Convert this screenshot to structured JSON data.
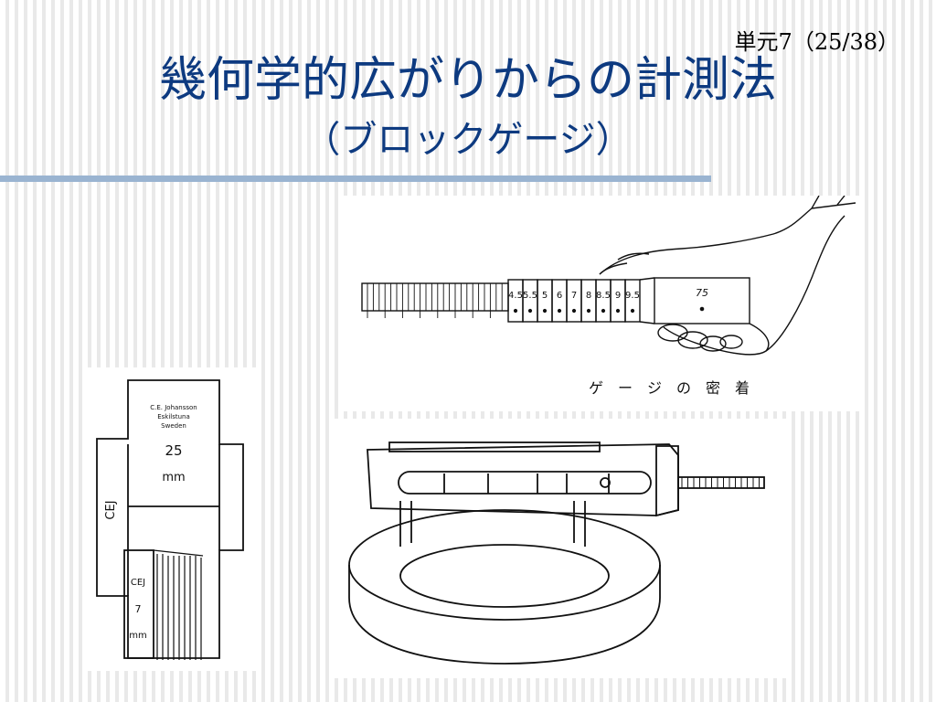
{
  "slide": {
    "unit_label": "単元7（25/38）",
    "title": "幾何学的広がりからの計測法",
    "subtitle": "（ブロックゲージ）"
  },
  "figures": {
    "hand_stack": {
      "gauge_values": [
        "4.5",
        "5.5",
        "5",
        "6",
        "7",
        "8",
        "8.5",
        "9",
        "9.5"
      ],
      "large_value": "75",
      "caption": "ゲ　ー　ジ　の　密　着"
    },
    "johansson_block": {
      "maker_line1": "C.E. Johansson",
      "maker_line2": "Eskilstuna",
      "maker_line3": "Sweden",
      "size_value": "25",
      "size_unit": "mm",
      "side_mark": "CEJ",
      "small_mark": "CEJ",
      "small_value": "7",
      "small_unit": "mm"
    }
  },
  "colors": {
    "title": "#0d3a80",
    "rule": "#9ab4d1"
  }
}
